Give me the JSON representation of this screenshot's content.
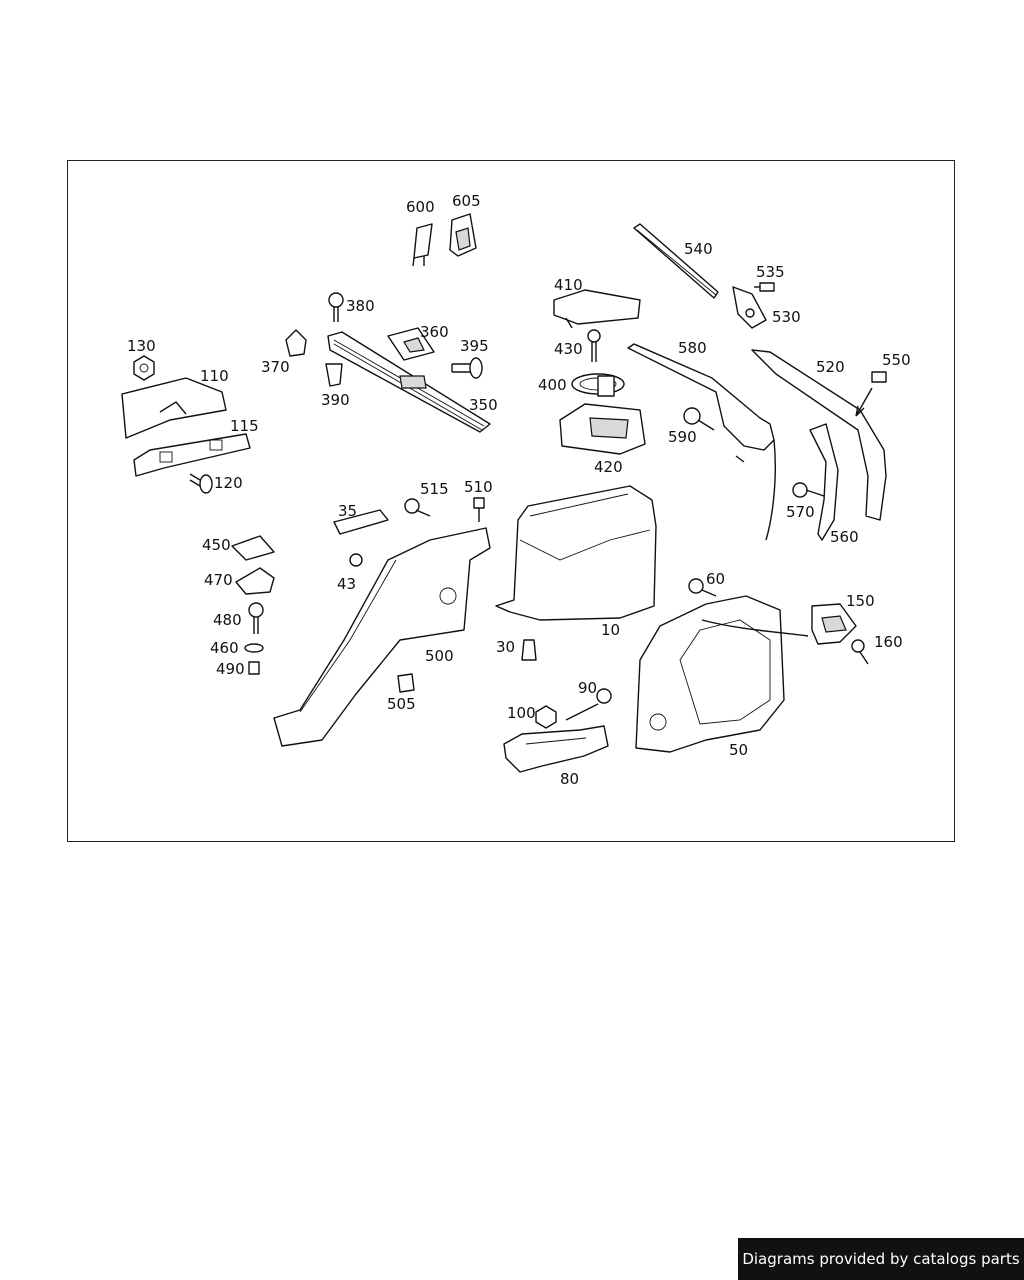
{
  "callouts": [
    "600",
    "605",
    "540",
    "535",
    "530",
    "410",
    "380",
    "360",
    "395",
    "370",
    "390",
    "350",
    "430",
    "580",
    "130",
    "110",
    "400",
    "520",
    "550",
    "115",
    "590",
    "420",
    "120",
    "35",
    "515",
    "510",
    "570",
    "560",
    "450",
    "43",
    "470",
    "60",
    "150",
    "480",
    "10",
    "160",
    "460",
    "490",
    "30",
    "500",
    "90",
    "505",
    "100",
    "50",
    "80"
  ],
  "footer": {
    "text": "Diagrams provided by catalogs parts"
  }
}
